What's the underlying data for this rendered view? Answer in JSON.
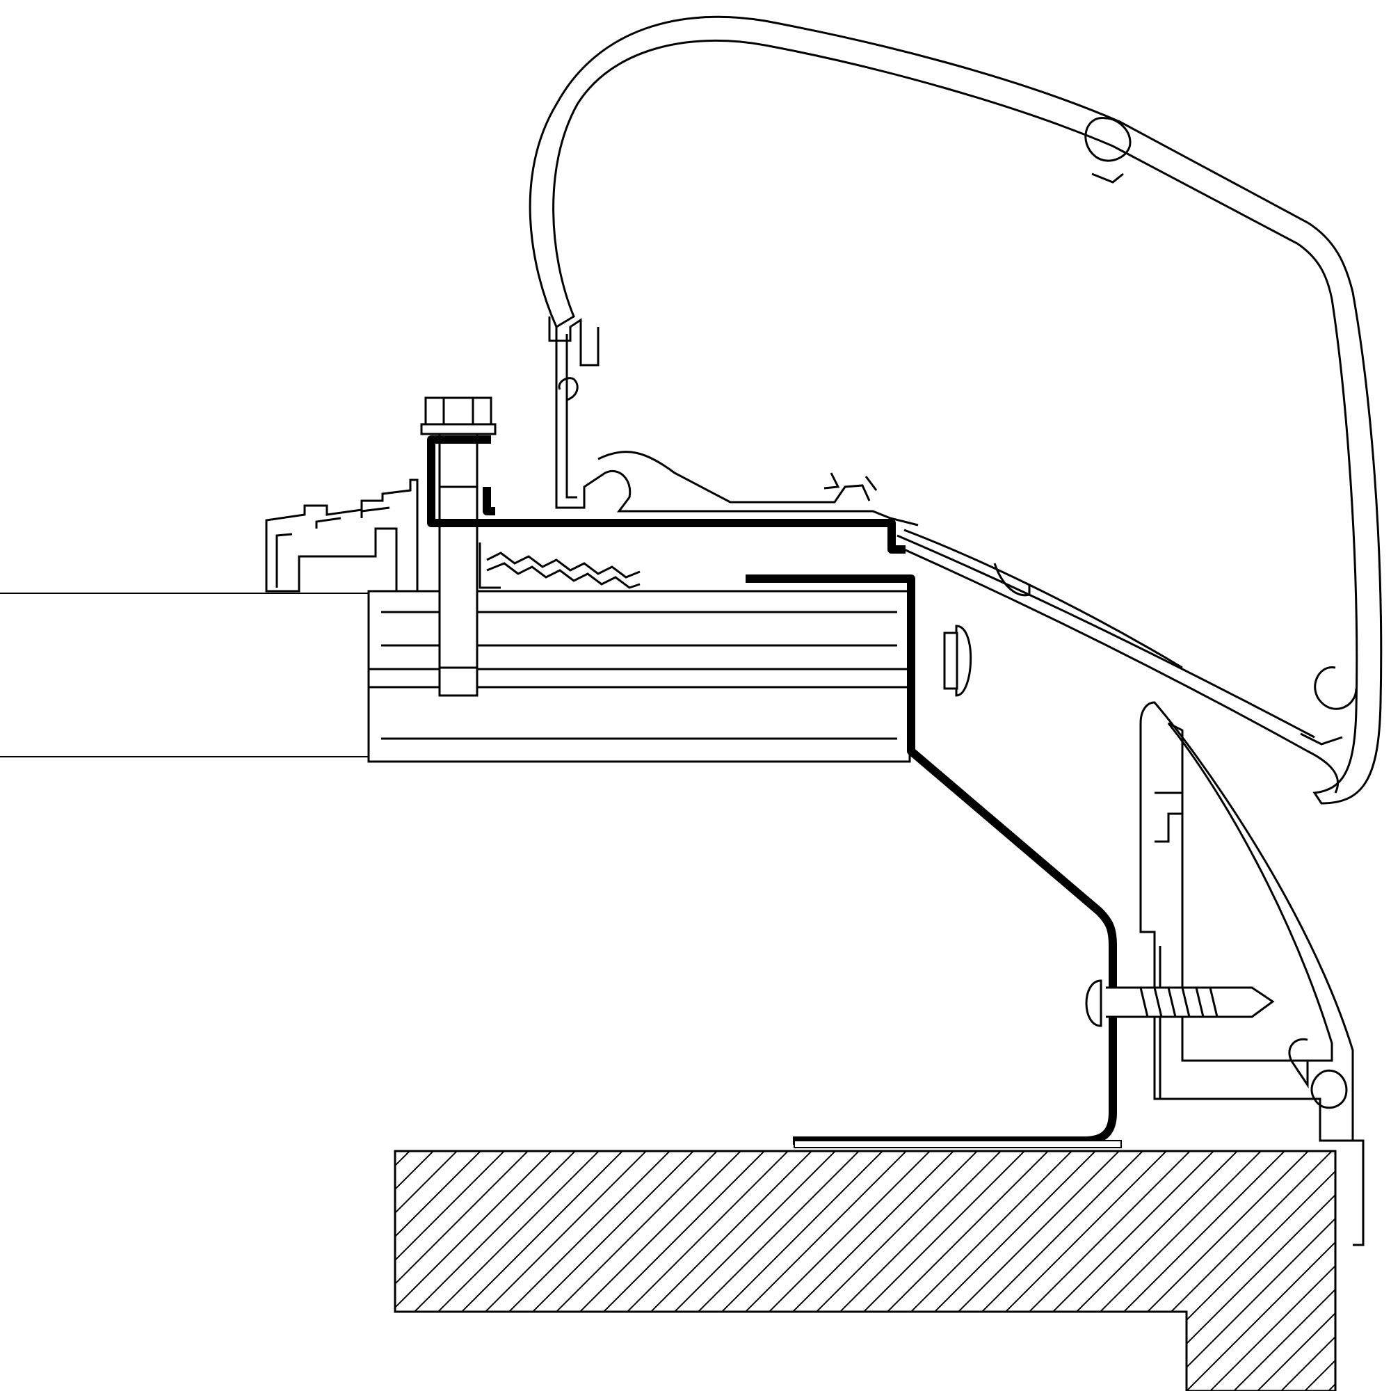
{
  "diagram": {
    "colors": {
      "line": "#000000",
      "fill": "#ffffff",
      "bracket": "#000000"
    },
    "parts": [
      "awning-case",
      "wall-rail",
      "adapter-bracket",
      "roof-rail-channel",
      "hex-bolt",
      "pan-head-screw",
      "wood-screw",
      "roof-section",
      "vehicle-wall-section"
    ]
  }
}
